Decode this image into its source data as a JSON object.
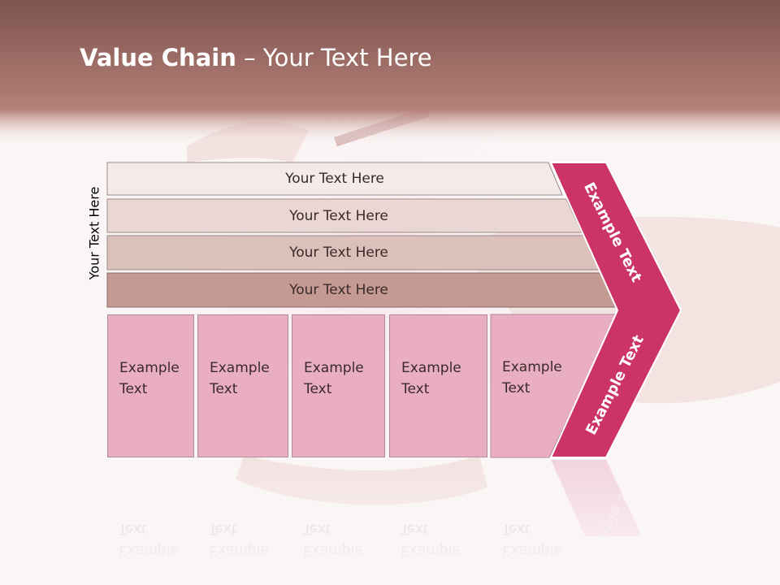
{
  "title": {
    "bold": "Value Chain",
    "rest": "– Your Text Here"
  },
  "side_label": "Your Text Here",
  "bars": [
    {
      "label": "Your Text Here"
    },
    {
      "label": "Your Text Here"
    },
    {
      "label": "Your Text Here"
    },
    {
      "label": "Your Text Here"
    }
  ],
  "columns": [
    {
      "label": "Example\nText"
    },
    {
      "label": "Example\nText"
    },
    {
      "label": "Example\nText"
    },
    {
      "label": "Example\nText"
    },
    {
      "label": "Example\nText"
    }
  ],
  "chevron": {
    "upper": "Example Text",
    "lower": "Example Text"
  },
  "colors": {
    "header": "#8e5f58",
    "chevron": "#cc3366",
    "column": "#eaaec2",
    "bar1": "#f5eaea",
    "bar2": "#ead6d3",
    "bar3": "#dcc0ba",
    "bar4": "#c49a92"
  }
}
